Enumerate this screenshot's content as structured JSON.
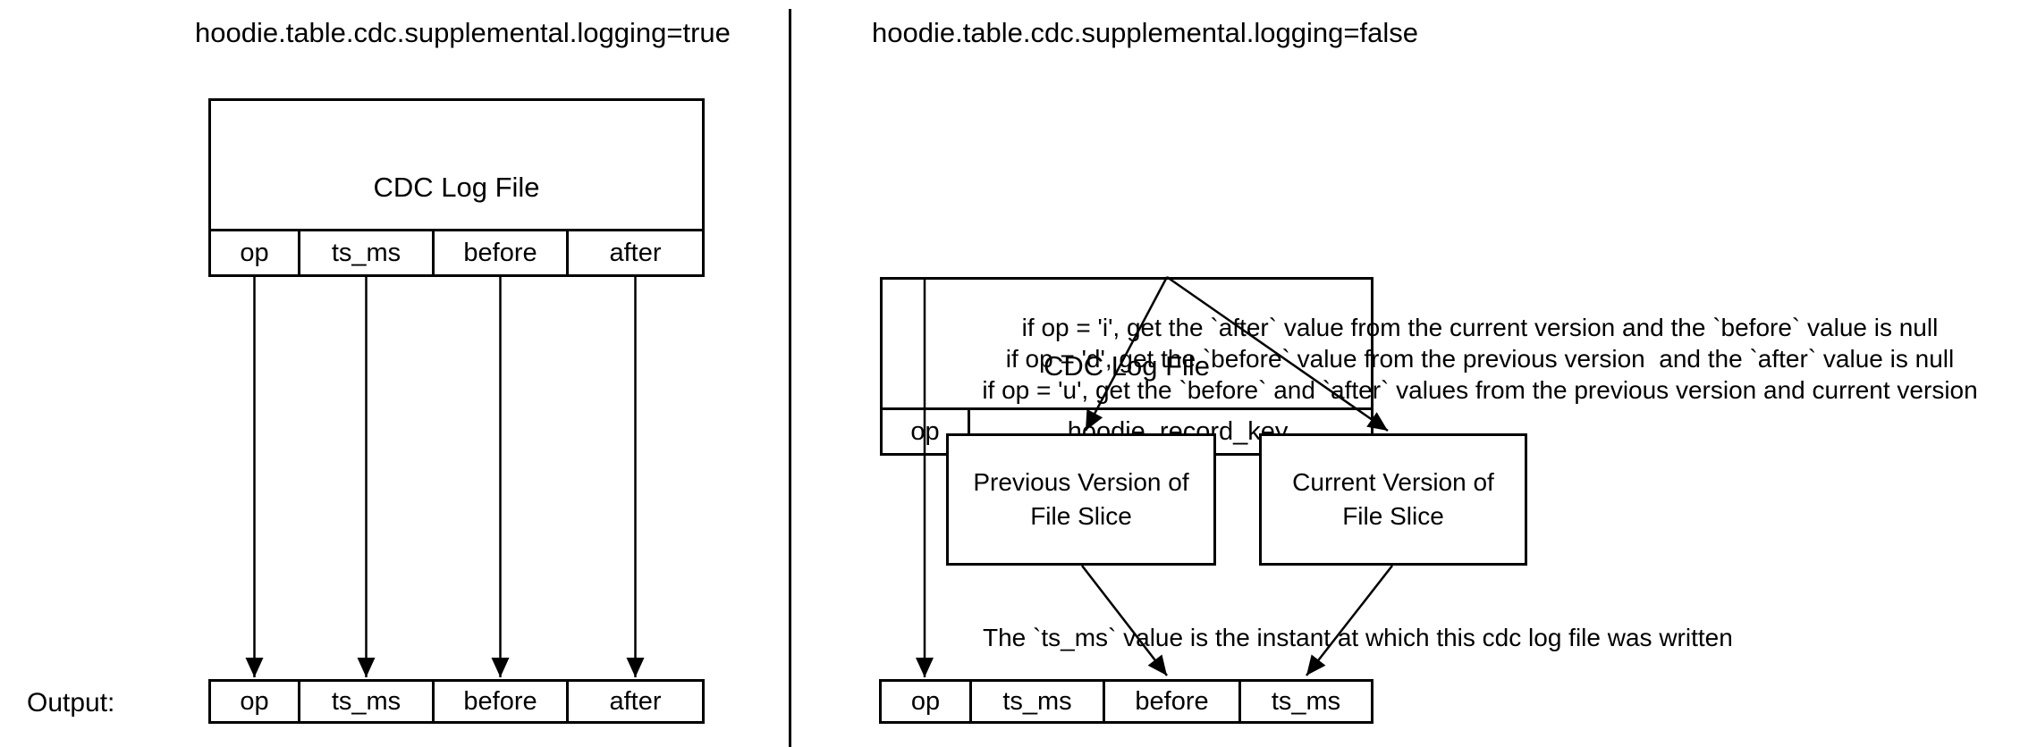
{
  "colors": {
    "line": "#000000",
    "background": "#ffffff",
    "text": "#000000"
  },
  "left_panel": {
    "title": "hoodie.table.cdc.supplemental.logging=true",
    "cdc_box": {
      "label": "CDC Log File",
      "columns": [
        "op",
        "ts_ms",
        "before",
        "after"
      ]
    },
    "output_label": "Output:",
    "output_columns": [
      "op",
      "ts_ms",
      "before",
      "after"
    ]
  },
  "right_panel": {
    "title": "hoodie.table.cdc.supplemental.logging=false",
    "cdc_box": {
      "label": "CDC Log File",
      "columns": [
        "op",
        "_hoodie_record_key"
      ]
    },
    "rules": [
      "if op = 'i', get the `after` value from the current version and the `before` value is null",
      "if op = 'd', get the `before` value from the previous version  and the `after` value is null",
      "if op = 'u', get the `before` and `after` values from the previous version and current version"
    ],
    "previous_box": {
      "line1": "Previous Version of",
      "line2": "File Slice"
    },
    "current_box": {
      "line1": "Current Version of",
      "line2": "File Slice"
    },
    "ts_ms_note": "The `ts_ms` value is the instant at which this cdc log file was written",
    "output_columns": [
      "op",
      "ts_ms",
      "before",
      "ts_ms"
    ]
  }
}
